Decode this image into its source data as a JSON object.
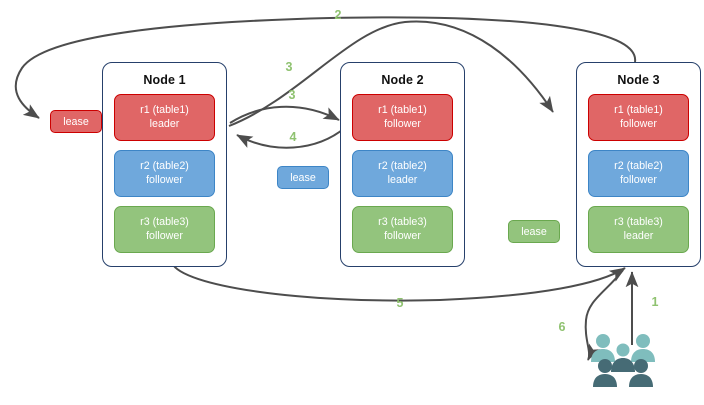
{
  "diagram": {
    "title": "Raft multi-raft group lease diagram",
    "colors": {
      "red_fill": "#e06666",
      "red_border": "#cc0000",
      "blue_fill": "#6fa8dc",
      "blue_border": "#3d85c6",
      "green_fill": "#93c47d",
      "green_border": "#6aa84f",
      "node_border": "#26406b",
      "edge_stroke": "#4d4d4d",
      "label_green": "#8fc270",
      "people_light": "#7fbdbd",
      "people_dark": "#466b75"
    },
    "nodes": [
      {
        "title": "Node 1",
        "replicas": [
          {
            "name": "r1 (table1)",
            "role": "leader",
            "color": "red"
          },
          {
            "name": "r2 (table2)",
            "role": "follower",
            "color": "blue"
          },
          {
            "name": "r3 (table3)",
            "role": "follower",
            "color": "green"
          }
        ]
      },
      {
        "title": "Node 2",
        "replicas": [
          {
            "name": "r1 (table1)",
            "role": "follower",
            "color": "red"
          },
          {
            "name": "r2 (table2)",
            "role": "leader",
            "color": "blue"
          },
          {
            "name": "r3 (table3)",
            "role": "follower",
            "color": "green"
          }
        ]
      },
      {
        "title": "Node 3",
        "replicas": [
          {
            "name": "r1 (table1)",
            "role": "follower",
            "color": "red"
          },
          {
            "name": "r2 (table2)",
            "role": "follower",
            "color": "blue"
          },
          {
            "name": "r3 (table3)",
            "role": "leader",
            "color": "green"
          }
        ]
      }
    ],
    "leases": [
      {
        "label": "lease",
        "color": "red"
      },
      {
        "label": "lease",
        "color": "blue"
      },
      {
        "label": "lease",
        "color": "green"
      }
    ],
    "edge_labels": [
      {
        "text": "1"
      },
      {
        "text": "2"
      },
      {
        "text": "3"
      },
      {
        "text": "3"
      },
      {
        "text": "4"
      },
      {
        "text": "5"
      },
      {
        "text": "6"
      }
    ],
    "icons": {
      "people": "people-group-icon"
    }
  }
}
